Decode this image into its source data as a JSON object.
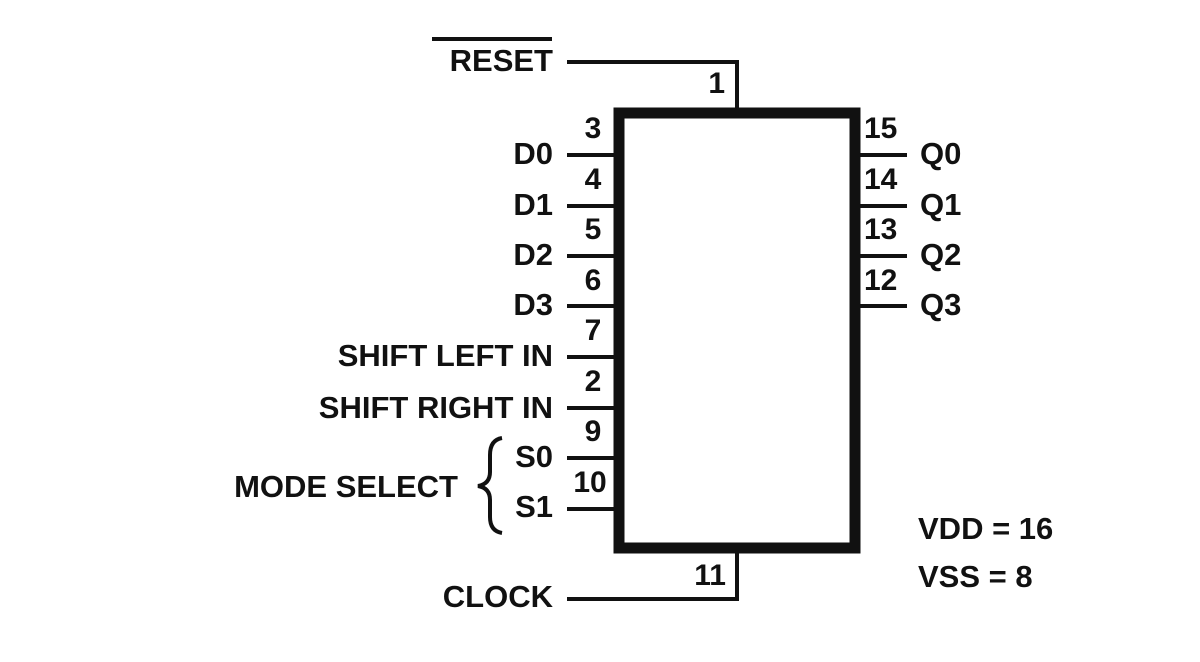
{
  "chip": {
    "inputs_left": [
      {
        "label": "D0",
        "pin": "3"
      },
      {
        "label": "D1",
        "pin": "4"
      },
      {
        "label": "D2",
        "pin": "5"
      },
      {
        "label": "D3",
        "pin": "6"
      },
      {
        "label": "SHIFT LEFT IN",
        "pin": "7"
      },
      {
        "label": "SHIFT RIGHT IN",
        "pin": "2"
      },
      {
        "label": "S0",
        "pin": "9"
      },
      {
        "label": "S1",
        "pin": "10"
      }
    ],
    "outputs_right": [
      {
        "label": "Q0",
        "pin": "15"
      },
      {
        "label": "Q1",
        "pin": "14"
      },
      {
        "label": "Q2",
        "pin": "13"
      },
      {
        "label": "Q3",
        "pin": "12"
      }
    ],
    "reset": {
      "label": "RESET",
      "pin": "1",
      "active_low": true
    },
    "clock": {
      "label": "CLOCK",
      "pin": "11"
    },
    "mode_select_label": "MODE SELECT",
    "power": {
      "vdd": "VDD = 16",
      "vss": "VSS = 8"
    }
  }
}
